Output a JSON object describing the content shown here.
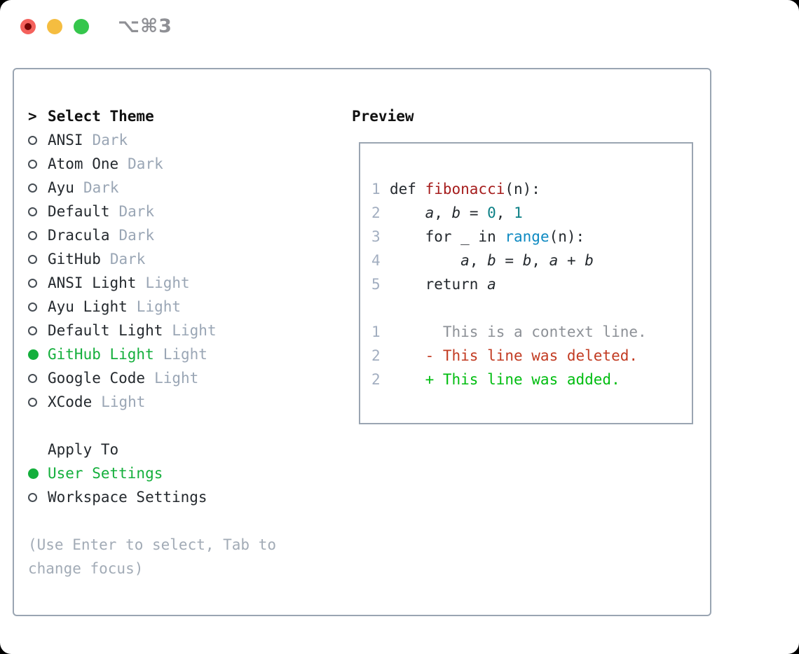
{
  "window": {
    "shortcut_label": "⌥⌘3"
  },
  "colors": {
    "accent_green": "#14af3c",
    "diff_added": "#00bd10",
    "diff_deleted": "#c23b22",
    "syntax_function": "#a61d1d",
    "syntax_number": "#0b7f85",
    "syntax_builtin": "#0e8ac2",
    "muted_text": "#9aa6b5",
    "panel_border": "#9aa5b2",
    "traffic_red": "#f4615c",
    "traffic_yellow": "#f5bd40",
    "traffic_green": "#35c64c"
  },
  "theme_picker": {
    "header_prefix": ">",
    "header": "Select Theme",
    "items": [
      {
        "label": "ANSI",
        "variant": "Dark",
        "selected": false
      },
      {
        "label": "Atom One",
        "variant": "Dark",
        "selected": false
      },
      {
        "label": "Ayu",
        "variant": "Dark",
        "selected": false
      },
      {
        "label": "Default",
        "variant": "Dark",
        "selected": false
      },
      {
        "label": "Dracula",
        "variant": "Dark",
        "selected": false
      },
      {
        "label": "GitHub",
        "variant": "Dark",
        "selected": false
      },
      {
        "label": "ANSI Light",
        "variant": "Light",
        "selected": false
      },
      {
        "label": "Ayu Light",
        "variant": "Light",
        "selected": false
      },
      {
        "label": "Default Light",
        "variant": "Light",
        "selected": false
      },
      {
        "label": "GitHub Light",
        "variant": "Light",
        "selected": true
      },
      {
        "label": "Google Code",
        "variant": "Light",
        "selected": false
      },
      {
        "label": "XCode",
        "variant": "Light",
        "selected": false
      }
    ]
  },
  "apply_to": {
    "header": "Apply To",
    "items": [
      {
        "label": "User Settings",
        "selected": true
      },
      {
        "label": "Workspace Settings",
        "selected": false
      }
    ]
  },
  "hint_text": "(Use Enter to select, Tab to change focus)",
  "preview": {
    "header": "Preview",
    "lines": [
      {
        "num": "1",
        "segments": [
          {
            "text": "def "
          },
          {
            "text": "fibonacci",
            "color": "func"
          },
          {
            "text": "(n):"
          }
        ]
      },
      {
        "num": "2",
        "segments": [
          {
            "text": "    "
          },
          {
            "text": "a",
            "italic": true
          },
          {
            "text": ", "
          },
          {
            "text": "b",
            "italic": true
          },
          {
            "text": " = "
          },
          {
            "text": "0",
            "color": "number"
          },
          {
            "text": ", "
          },
          {
            "text": "1",
            "color": "number"
          }
        ]
      },
      {
        "num": "3",
        "segments": [
          {
            "text": "    for _ in "
          },
          {
            "text": "range",
            "color": "builtin"
          },
          {
            "text": "(n):"
          }
        ]
      },
      {
        "num": "4",
        "segments": [
          {
            "text": "        "
          },
          {
            "text": "a",
            "italic": true
          },
          {
            "text": ", "
          },
          {
            "text": "b",
            "italic": true
          },
          {
            "text": " = "
          },
          {
            "text": "b",
            "italic": true
          },
          {
            "text": ", "
          },
          {
            "text": "a",
            "italic": true
          },
          {
            "text": " + "
          },
          {
            "text": "b",
            "italic": true
          }
        ]
      },
      {
        "num": "5",
        "segments": [
          {
            "text": "    return "
          },
          {
            "text": "a",
            "italic": true
          }
        ]
      },
      {
        "num": "",
        "segments": []
      },
      {
        "num": "1",
        "segments": [
          {
            "text": "      This is a context line.",
            "color": "context"
          }
        ]
      },
      {
        "num": "2",
        "segments": [
          {
            "text": "    - This line was deleted.",
            "color": "deleted"
          }
        ]
      },
      {
        "num": "2",
        "segments": [
          {
            "text": "    + This line was added.",
            "color": "added"
          }
        ]
      }
    ]
  }
}
